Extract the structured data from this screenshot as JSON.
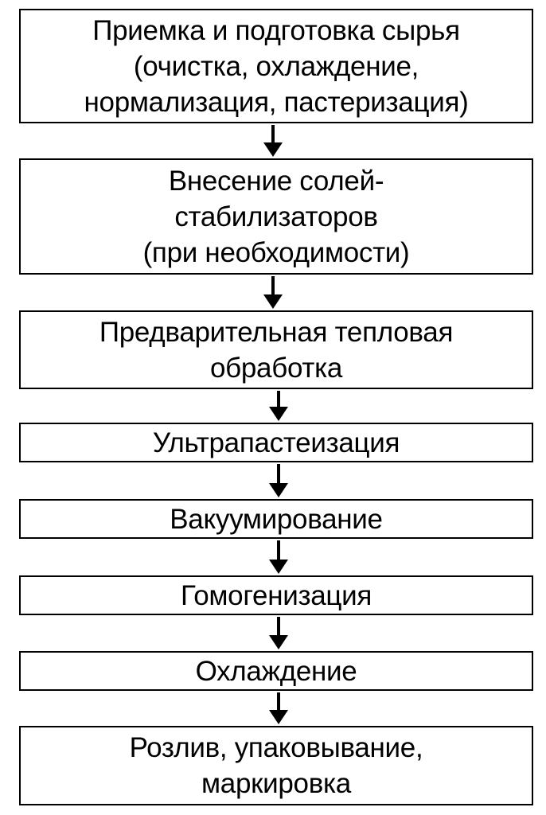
{
  "steps": [
    {
      "label": "Приемка и подготовка сырья\n(очистка, охлаждение,\nнормализация, пастеризация)"
    },
    {
      "label": "Внесение солей-\nстабилизаторов\n(при необходимости)"
    },
    {
      "label": "Предварительная тепловая\nобработка"
    },
    {
      "label": "Ультрапастеизация"
    },
    {
      "label": "Вакуумирование"
    },
    {
      "label": "Гомогенизация"
    },
    {
      "label": "Охлаждение"
    },
    {
      "label": "Розлив, упаковывание,\nмаркировка"
    }
  ]
}
